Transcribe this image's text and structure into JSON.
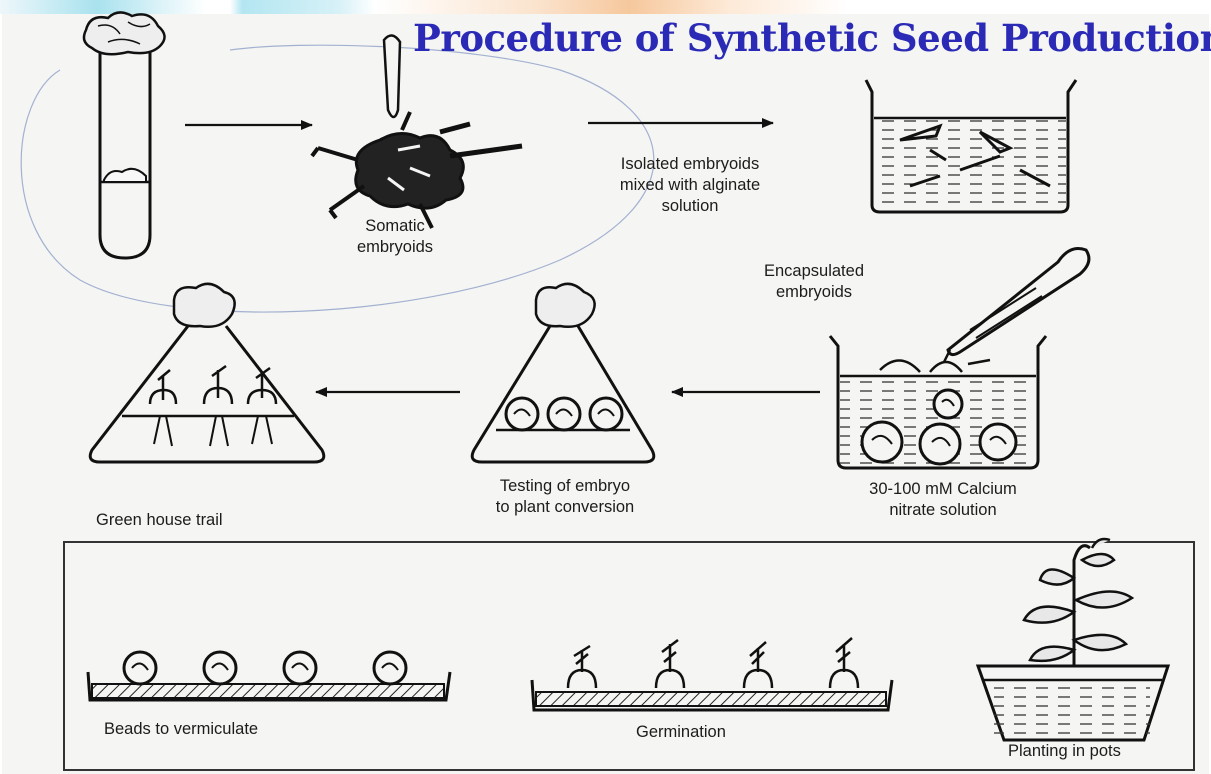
{
  "title": "Procedure  of Synthetic  Seed Production",
  "labels": {
    "somatic": [
      "Somatic",
      "embryoids"
    ],
    "isolated": [
      "Isolated embryoids",
      "mixed with alginate",
      "solution"
    ],
    "encapsulated": [
      "Encapsulated",
      "embryoids"
    ],
    "calcium": [
      "30-100 mM Calcium",
      "nitrate solution"
    ],
    "testing": [
      "Testing of embryo",
      "to plant conversion"
    ],
    "greenhouse": "Green house trail",
    "beads": "Beads to vermiculate",
    "germination": "Germination",
    "planting": "Planting in pots"
  },
  "colors": {
    "title": "#2a2ab6",
    "ink": "#1c1c1c",
    "paper": "#f5f5f3"
  }
}
